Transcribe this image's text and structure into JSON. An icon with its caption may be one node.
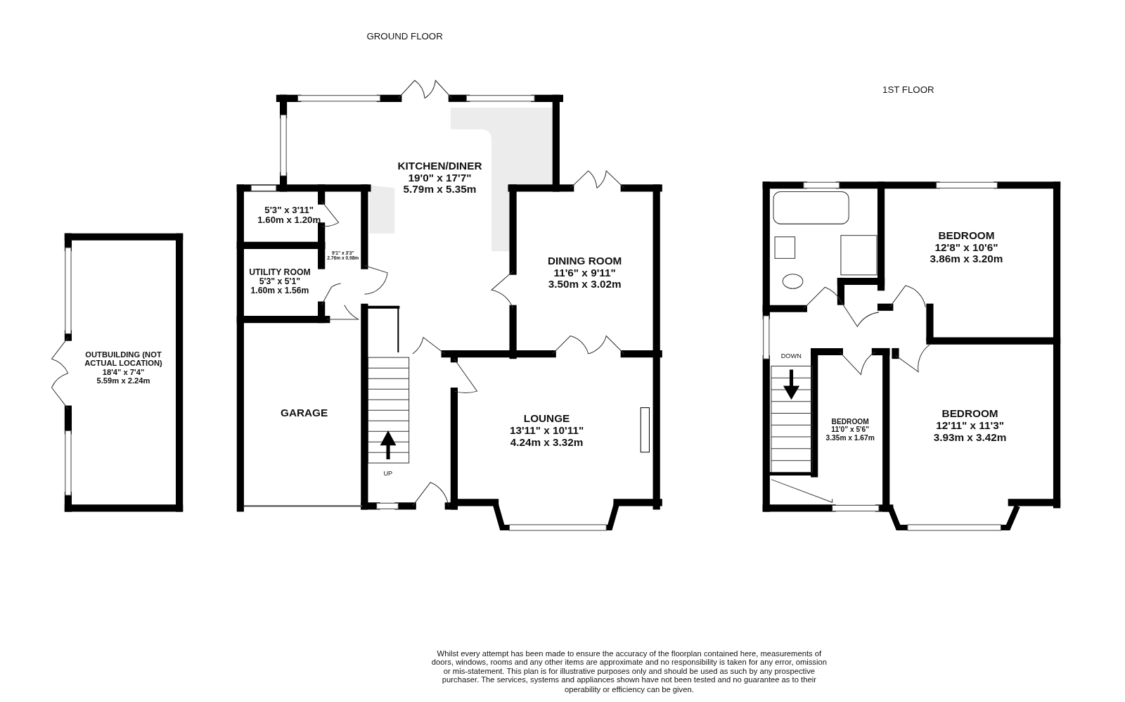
{
  "diagram": {
    "nodes": [
      {
        "text": [
          "KITCHEN/DINER",
          "19'0\" x 17'7\"",
          "5.79m x 5.35m"
        ]
      },
      {
        "text": [
          "5'3\" x 3'11\"",
          "1.60m x 1.20m"
        ]
      },
      {
        "text": [
          "9'1\" x 3'3\"",
          "2.76m x 0.98m"
        ]
      },
      {
        "text": [
          "UTILITY ROOM",
          "5'3\" x 5'1\"",
          "1.60m x 1.56m"
        ]
      },
      {
        "text": [
          "DINING ROOM",
          "11'6\" x 9'11\"",
          "3.50m x 3.02m"
        ]
      },
      {
        "text": [
          "OUTBUILDING (NOT ACTUAL LOCATION)",
          "18'4\" x 7'4\"",
          "5.59m x 2.24m"
        ]
      },
      {
        "text": [
          "GARAGE"
        ]
      },
      {
        "text": [
          "LOUNGE",
          "13'11\" x 10'11\"",
          "4.24m x 3.32m"
        ]
      },
      {
        "text": [
          "BEDROOM",
          "12'8\" x 10'6\"",
          "3.86m x 3.20m"
        ]
      },
      {
        "text": [
          "BEDROOM",
          "11'0\" x 5'6\"",
          "3.35m x 1.67m"
        ]
      },
      {
        "text": [
          "BEDROOM",
          "12'11\" x 11'3\"",
          "3.93m x 3.42m"
        ]
      }
    ],
    "labels": [
      "GROUND FLOOR",
      "1ST FLOOR",
      "DOWN",
      "UP",
      "Whilst every attempt has been made to ensure the accuracy of the floorplan contained here, measurements of doors, windows, rooms and any other items are approximate and no responsibility is taken for any error, omission or mis-statement. This plan is for illustrative purposes only and should be used as such by any prospective purchaser. The services, systems and appliances shown have not been tested and no guarantee as to their operability or efficiency can be given."
    ]
  }
}
